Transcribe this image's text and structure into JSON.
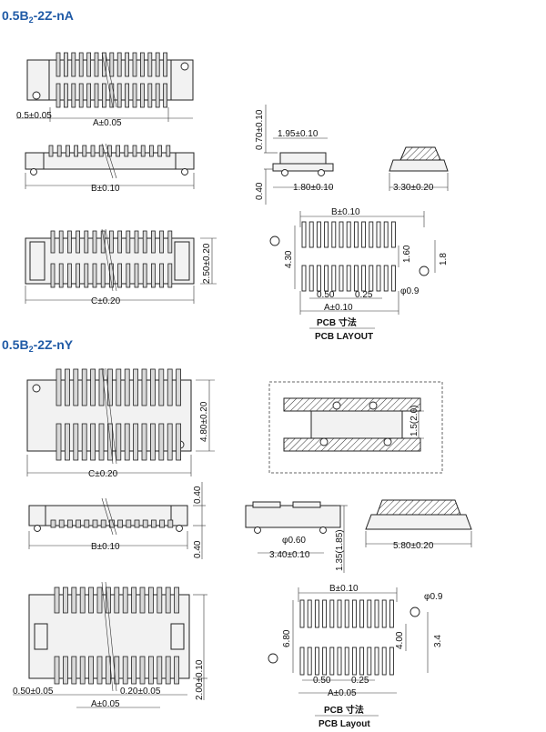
{
  "sections": {
    "nA": {
      "title_pre": "0.5B",
      "title_sub": "2",
      "title_post": "-2Z-nA"
    },
    "nY": {
      "title_pre": "0.5B",
      "title_sub": "2",
      "title_post": "-2Z-nY"
    }
  },
  "nA_dims": {
    "top_pitch": "0.5±0.05",
    "top_a": "A±0.05",
    "side_b": "B±0.10",
    "bottom_c": "C±0.20",
    "bottom_height": "2.50±0.20",
    "end_height_a": "0.70±0.10",
    "end_height_b": "0.40",
    "end_top_width": "1.95±0.10",
    "end_width": "1.80±0.10",
    "iso_width": "3.30±0.20"
  },
  "nA_pcb": {
    "b": "B±0.10",
    "row_gap": "4.30",
    "inner": "1.60",
    "outer": "1.8",
    "pitch": "0.50",
    "pad_w": "0.25",
    "a": "A±0.10",
    "hole": "φ0.9",
    "caption_cn": "PCB 寸法",
    "caption_en": "PCB LAYOUT"
  },
  "nY_dims": {
    "top_c": "C±0.20",
    "top_height": "4.80±0.20",
    "stack_height": "1.5(2.0)",
    "side_b": "B±0.10",
    "side_top": "0.40",
    "side_bottom": "0.40",
    "end_hole": "φ0.60",
    "end_height": "1.35(1.85)",
    "end_width": "3.40±0.10",
    "iso_width": "5.80±0.20",
    "bottom_pitch": "0.50±0.05",
    "bottom_pad": "0.20±0.05",
    "bottom_a": "A±0.05",
    "bottom_height": "2.00±0.10"
  },
  "nY_pcb": {
    "b": "B±0.10",
    "hole": "φ0.9",
    "row_gap": "6.80",
    "inner": "4.00",
    "outer": "3.4",
    "pitch": "0.50",
    "pad_w": "0.25",
    "a": "A±0.05",
    "caption_cn": "PCB 寸法",
    "caption_en": "PCB Layout"
  }
}
